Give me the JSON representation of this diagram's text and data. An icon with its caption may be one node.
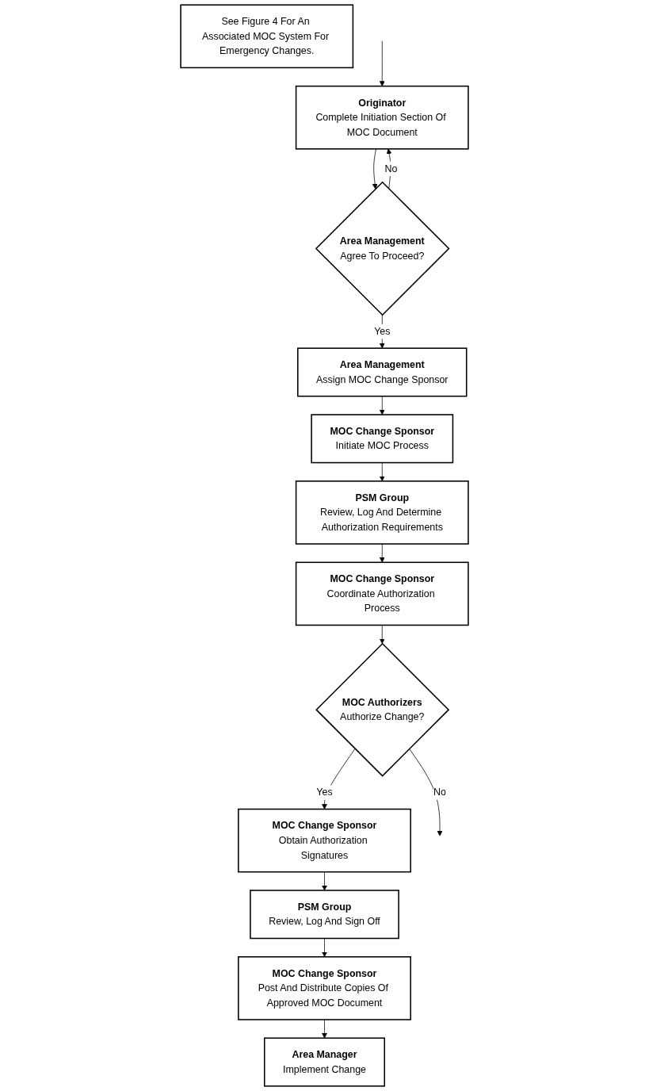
{
  "diagram": {
    "nodes": [
      {
        "text": [
          "Originator",
          "Complete Initiation Section Of MOC Document"
        ]
      },
      {
        "text": [
          "Area Management",
          "Agree To Proceed?"
        ]
      },
      {
        "text": [
          "Area Management",
          "Assign MOC Change Sponsor"
        ]
      },
      {
        "text": [
          "MOC Change Sponsor",
          "Initiate MOC Process"
        ]
      },
      {
        "text": [
          "PSM Group",
          "Review, Log And Determine Authorization Requirements"
        ]
      },
      {
        "text": [
          "MOC Change Sponsor",
          "Coordinate Authorization Process"
        ]
      },
      {
        "text": [
          "MOC Authorizers",
          "Authorize Change?"
        ]
      },
      {
        "text": [
          "MOC Change Sponsor",
          "Obtain Authorization Signatures"
        ]
      },
      {
        "text": [
          "PSM Group",
          "Review, Log And Sign Off"
        ]
      },
      {
        "text": [
          "MOC Change Sponsor",
          "Post And Distribute Copies Of Approved MOC Document"
        ]
      },
      {
        "text": [
          "Area Manager",
          "Implement Change"
        ]
      },
      {
        "text": [
          "See Figure 4 For An Associated MOC System For Emergency Changes."
        ]
      }
    ],
    "edges": [
      {
        "from": 0,
        "to": 1,
        "arrow": "to"
      },
      {
        "from": 1,
        "to": 2,
        "arrow": "to",
        "label": "Yes"
      },
      {
        "from": 1,
        "to": 0,
        "arrow": "to",
        "label": "No"
      },
      {
        "from": 2,
        "to": 3,
        "arrow": "to"
      },
      {
        "from": 3,
        "to": 4,
        "arrow": "to"
      },
      {
        "from": 4,
        "to": 5,
        "arrow": "to"
      },
      {
        "from": 5,
        "to": 6,
        "arrow": "to"
      },
      {
        "from": 6,
        "to": 7,
        "arrow": "to",
        "label": "Yes"
      },
      {
        "from": 6,
        "to": null,
        "arrow": "to",
        "label": "No"
      },
      {
        "from": null,
        "to": 0,
        "arrow": "to"
      },
      {
        "from": 7,
        "to": 8,
        "arrow": "to"
      },
      {
        "from": 8,
        "to": 9,
        "arrow": "to"
      },
      {
        "from": 9,
        "to": 10,
        "arrow": "to"
      }
    ]
  }
}
